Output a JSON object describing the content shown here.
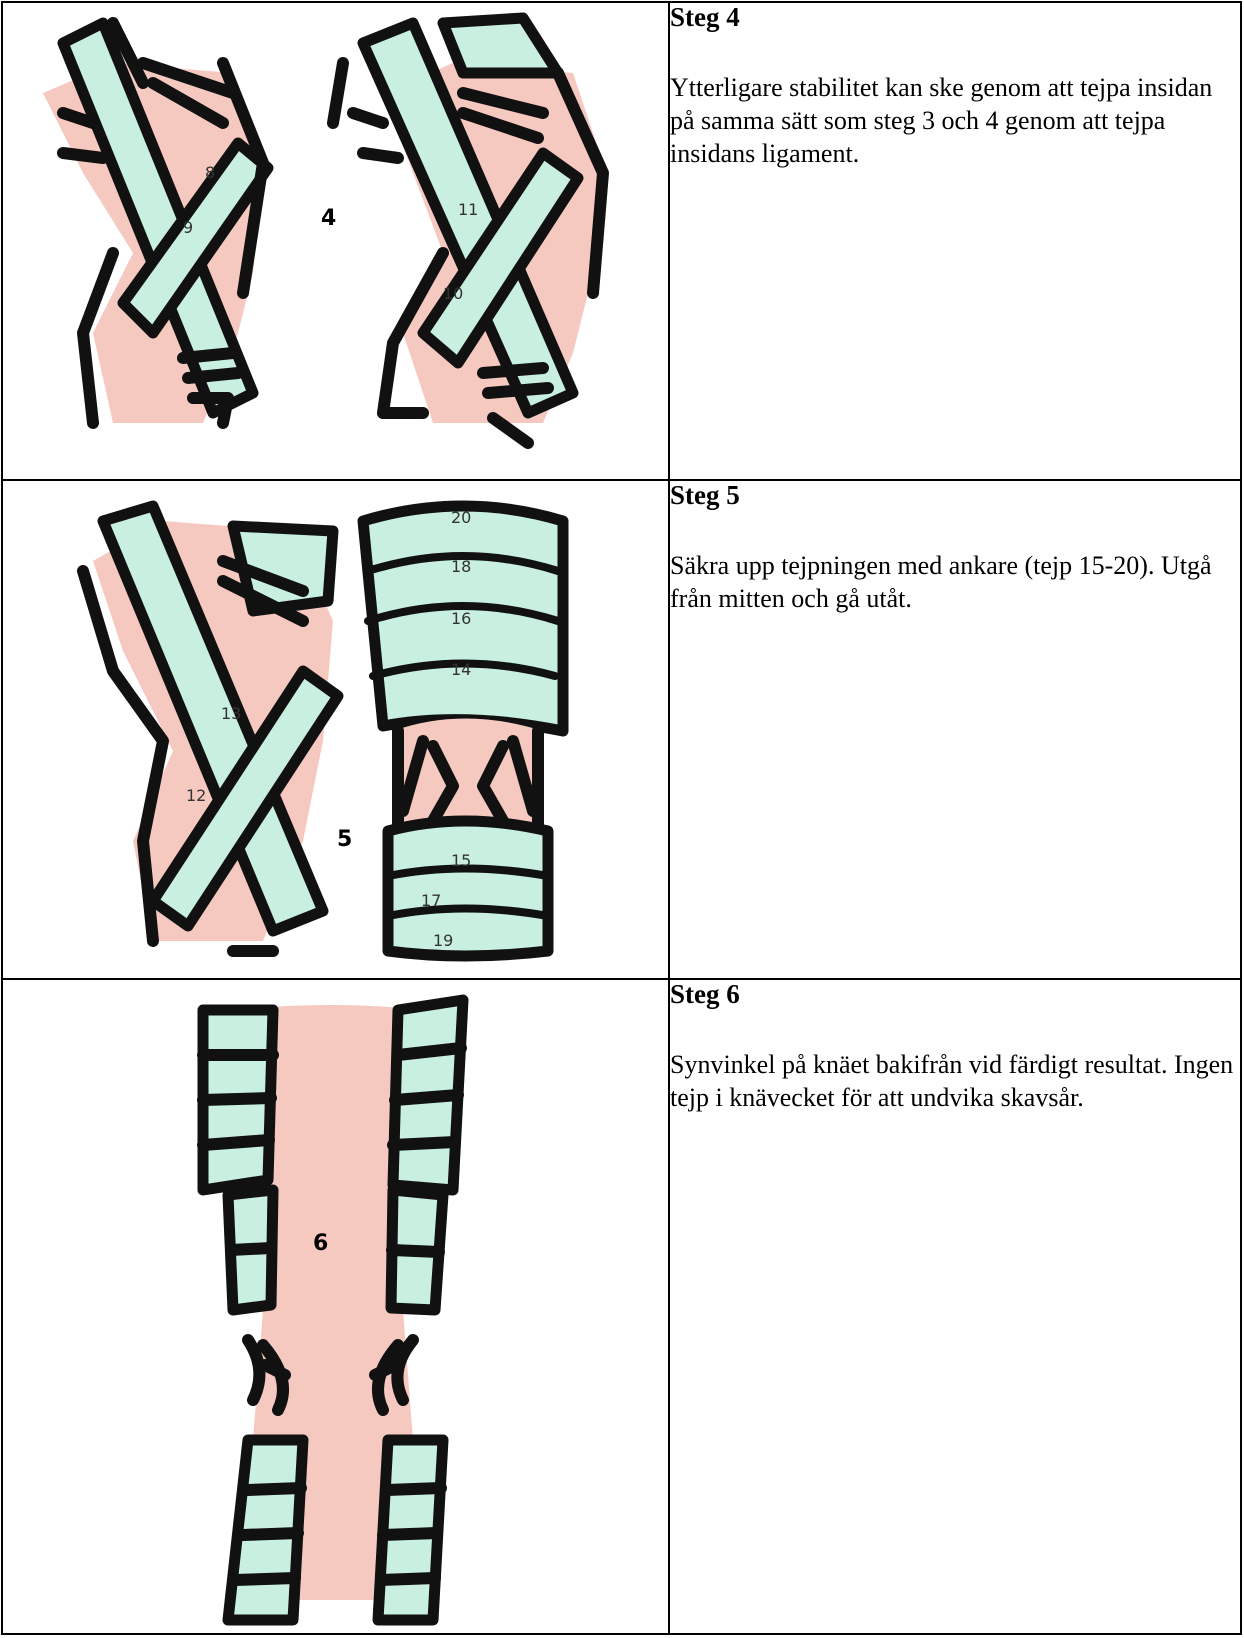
{
  "steps": [
    {
      "title": "Steg 4",
      "text": "Ytterligare stabilitet kan ske genom att tejpa insidan på samma sätt som steg 3 och 4 genom att tejpa insidans ligament.",
      "figure_label": "4",
      "tape_numbers": [
        "8",
        "9",
        "10",
        "11"
      ]
    },
    {
      "title": "Steg 5",
      "text": "Säkra upp tejpningen med ankare (tejp 15-20). Utgå från mitten och gå utåt.",
      "figure_label": "5",
      "tape_numbers": [
        "12",
        "13",
        "14",
        "15",
        "16",
        "17",
        "18",
        "19",
        "20"
      ]
    },
    {
      "title": "Steg 6",
      "text": "Synvinkel på knäet bakifrån vid färdigt resultat. Ingen tejp i knävecket för att undvika skavsår.",
      "figure_label": "6"
    }
  ]
}
